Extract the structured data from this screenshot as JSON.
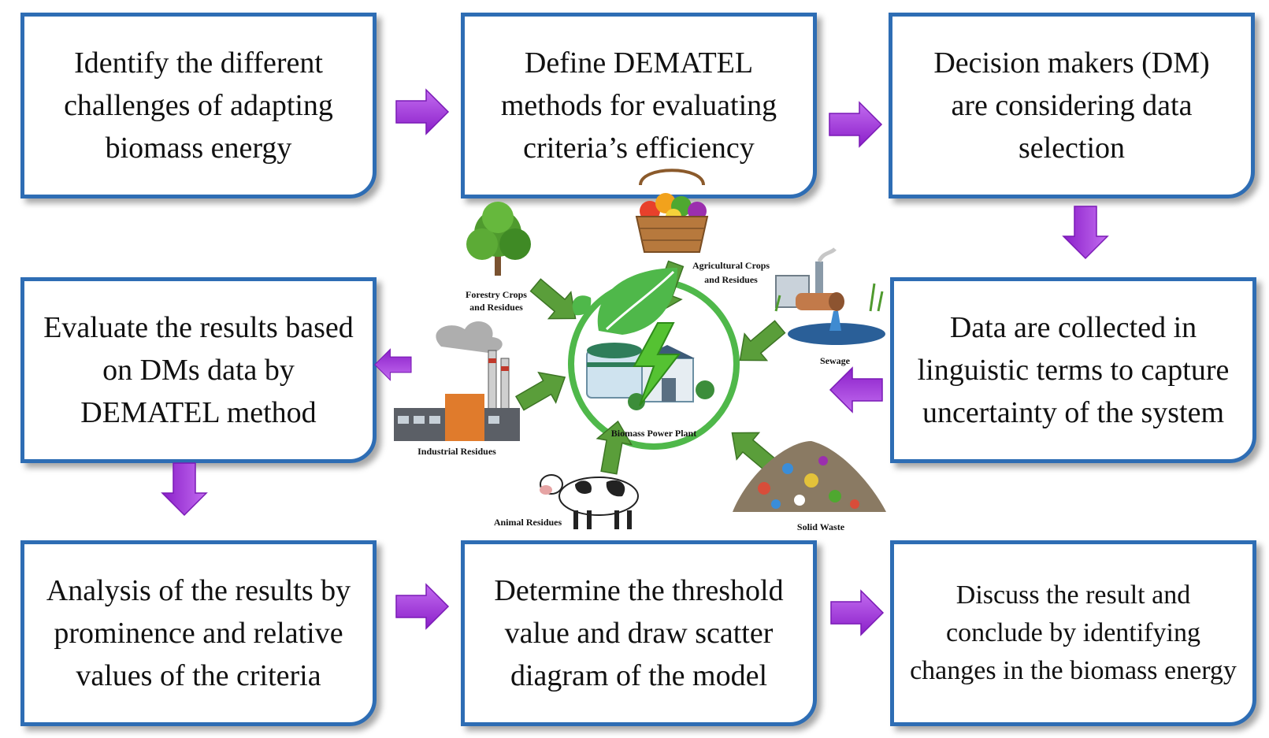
{
  "steps": {
    "s1": "Identify the different\nchallenges of adapting\nbiomass energy",
    "s2": "Define DEMATEL\nmethods for evaluating\ncriteria’s efficiency",
    "s3": "Decision makers (DM)\nare considering data\nselection",
    "s4": "Data are collected in\nlinguistic terms to capture\nuncertainty of the system",
    "s5": "Evaluate the results based\non DMs data by\nDEMATEL method",
    "s6": "Analysis of the results by\nprominence and relative\nvalues of the criteria",
    "s7": "Determine the  threshold\nvalue and draw  scatter\ndiagram of the model",
    "s8": "Discuss the result and\nconclude by identifying\nchanges in the  biomass energy"
  },
  "center": {
    "title": "Biomass Power Plant",
    "sources": {
      "forestry": "Forestry Crops\nand Residues",
      "agricultural": "Agricultural Crops\nand Residues",
      "sewage": "Sewage",
      "industrial": "Industrial Residues",
      "animal": "Animal Residues",
      "solid": "Solid Waste"
    }
  },
  "colors": {
    "box_border": "#2e6db4",
    "flow_arrow": "#9b30d9",
    "green_arrow": "#5a9e3a"
  },
  "icons": [
    "flow-arrow-icon",
    "leaf-icon",
    "lightning-icon",
    "tree-icon",
    "cow-icon",
    "factory-icon",
    "waste-pile-icon",
    "basket-icon",
    "sewage-pipe-icon"
  ]
}
